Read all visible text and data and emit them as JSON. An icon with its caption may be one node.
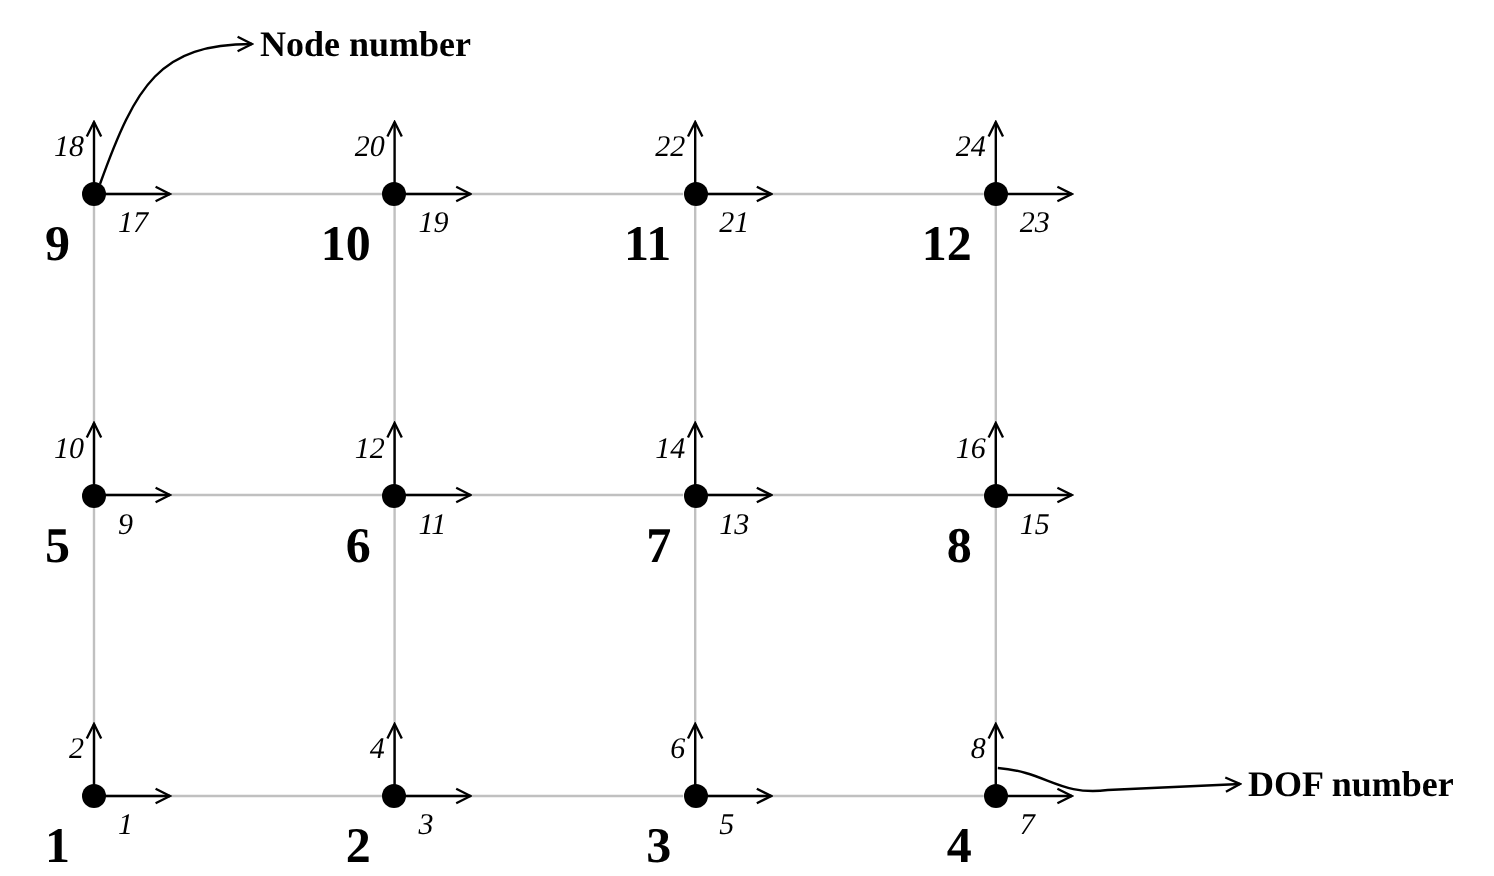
{
  "diagram": {
    "nodes": [
      {
        "text": [
          "Node number"
        ]
      },
      {
        "text": [],
        "shape": "circle",
        "beside": [
          "9",
          "18",
          "17"
        ]
      },
      {
        "text": [],
        "shape": "circle",
        "beside": [
          "10",
          "20",
          "19"
        ]
      },
      {
        "text": [],
        "shape": "circle",
        "beside": [
          "11",
          "22",
          "21"
        ]
      },
      {
        "text": [],
        "shape": "circle",
        "beside": [
          "12",
          "24",
          "23"
        ]
      },
      {
        "text": [],
        "shape": "circle",
        "beside": [
          "5",
          "10",
          "9"
        ]
      },
      {
        "text": [],
        "shape": "circle",
        "beside": [
          "6",
          "12",
          "11"
        ]
      },
      {
        "text": [],
        "shape": "circle",
        "beside": [
          "7",
          "14",
          "13"
        ]
      },
      {
        "text": [],
        "shape": "circle",
        "beside": [
          "8",
          "16",
          "15"
        ]
      },
      {
        "text": [],
        "shape": "circle",
        "beside": [
          "1",
          "2",
          "1"
        ]
      },
      {
        "text": [],
        "shape": "circle",
        "beside": [
          "2",
          "4",
          "3"
        ]
      },
      {
        "text": [],
        "shape": "circle",
        "beside": [
          "3",
          "6",
          "5"
        ]
      },
      {
        "text": [],
        "shape": "circle",
        "beside": [
          "4",
          "8",
          "7"
        ]
      },
      {
        "text": [
          "DOF number"
        ]
      }
    ],
    "edges": [
      {
        "from": 1,
        "to": 0,
        "arrow": "to",
        "color": "#000000"
      },
      {
        "from": 1,
        "to": 2,
        "arrow": "none"
      },
      {
        "from": 2,
        "to": 3,
        "arrow": "none"
      },
      {
        "from": 3,
        "to": 4,
        "arrow": "none"
      },
      {
        "from": 5,
        "to": 6,
        "arrow": "none"
      },
      {
        "from": 6,
        "to": 7,
        "arrow": "none"
      },
      {
        "from": 7,
        "to": 8,
        "arrow": "none"
      },
      {
        "from": 9,
        "to": 10,
        "arrow": "none"
      },
      {
        "from": 10,
        "to": 11,
        "arrow": "none"
      },
      {
        "from": 11,
        "to": 12,
        "arrow": "none"
      },
      {
        "from": 1,
        "to": 5,
        "arrow": "none"
      },
      {
        "from": 5,
        "to": 9,
        "arrow": "none"
      },
      {
        "from": 2,
        "to": 6,
        "arrow": "none"
      },
      {
        "from": 6,
        "to": 10,
        "arrow": "none"
      },
      {
        "from": 3,
        "to": 7,
        "arrow": "none"
      },
      {
        "from": 7,
        "to": 11,
        "arrow": "none"
      },
      {
        "from": 4,
        "to": 8,
        "arrow": "none"
      },
      {
        "from": 8,
        "to": 12,
        "arrow": "none"
      },
      {
        "from": 12,
        "to": 13,
        "arrow": "to",
        "color": "#000000"
      }
    ]
  }
}
